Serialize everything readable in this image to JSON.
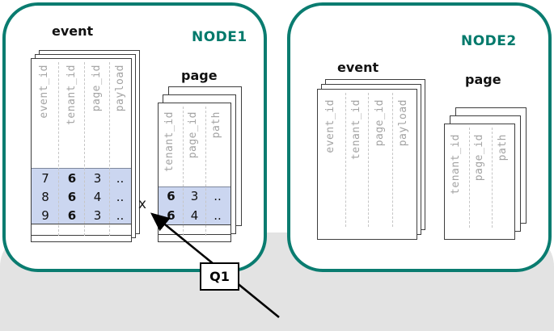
{
  "colors": {
    "accent_teal": "#00796b",
    "node_border": "#0a7c70",
    "panel_gray": "#e3e3e3",
    "row_highlight": "#cbd6f0",
    "sheet_border": "#3d3d3d",
    "column_header_text": "#a3a3a3"
  },
  "nodes": [
    {
      "label": "NODE1",
      "tables": [
        {
          "name": "event",
          "columns": [
            "event_id",
            "tenant_id",
            "page_id",
            "payload"
          ],
          "rows": [
            [
              "7",
              "6",
              "3",
              ".."
            ],
            [
              "8",
              "6",
              "4",
              ".."
            ],
            [
              "9",
              "6",
              "3",
              ".."
            ]
          ]
        },
        {
          "name": "page",
          "columns": [
            "tenant_id",
            "page_id",
            "path"
          ],
          "rows": [
            [
              "6",
              "3",
              ".."
            ],
            [
              "6",
              "4",
              ".."
            ]
          ]
        }
      ]
    },
    {
      "label": "NODE2",
      "tables": [
        {
          "name": "event",
          "columns": [
            "event_id",
            "tenant_id",
            "page_id",
            "payload"
          ],
          "rows": []
        },
        {
          "name": "page",
          "columns": [
            "tenant_id",
            "page_id",
            "path"
          ],
          "rows": []
        }
      ]
    }
  ],
  "annotations": {
    "join_marker": "x",
    "query_label": "Q1"
  }
}
